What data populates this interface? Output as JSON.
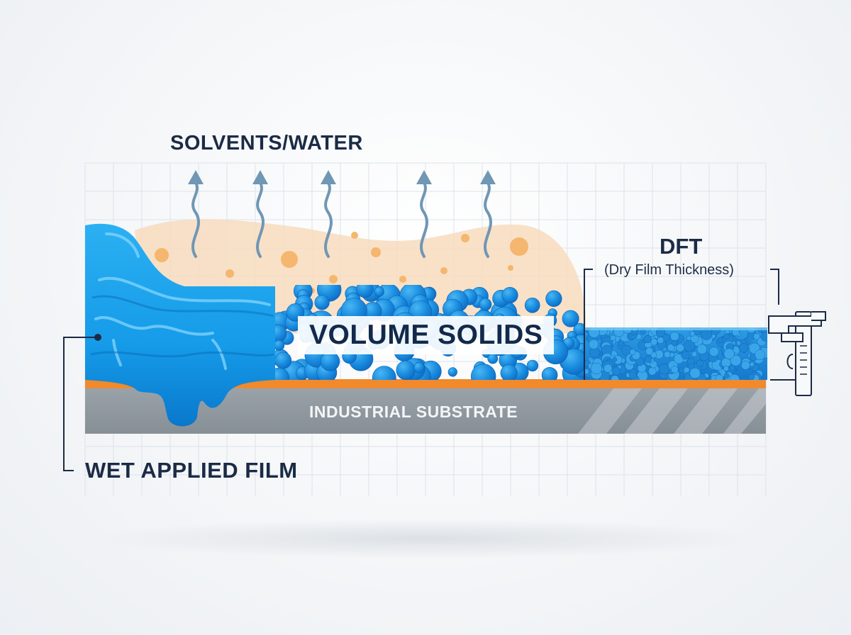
{
  "diagram": {
    "labels": {
      "solvents": "SOLVENTS/WATER",
      "volume_solids": "VOLUME SOLIDS",
      "dft": "DFT",
      "dft_full": "(Dry Film Thickness)",
      "wet_film": "WET APPLIED FILM",
      "substrate": "INDUSTRIAL SUBSTRATE"
    },
    "colors": {
      "wet_film": "#1e9be6",
      "wet_film_dark": "#0a6fc2",
      "solids": "#1a87dd",
      "solvent_cloud": "#f6d9b8",
      "solvent_dot": "#f5b56c",
      "primer_line": "#f08a2c",
      "substrate": "#8f979e",
      "arrow": "#6f97b5",
      "text": "#1b2b45"
    },
    "icons": [
      "up-arrow-icon",
      "caliper-icon",
      "solvent-droplet-icon",
      "solid-particle-icon"
    ]
  }
}
